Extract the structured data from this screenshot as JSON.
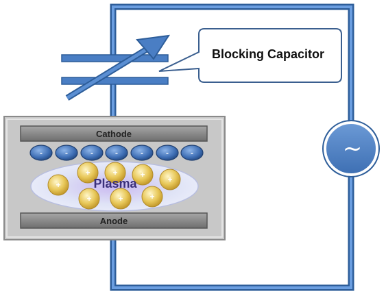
{
  "callout": {
    "text": "Blocking Capacitor"
  },
  "chamber": {
    "cathode_label": "Cathode",
    "anode_label": "Anode",
    "plasma_label": "Plasma"
  },
  "charges": {
    "electron_symbol": "-",
    "ion_symbol": "+"
  },
  "source": {
    "symbol": "~"
  },
  "colors": {
    "wire": "#4a7ec4",
    "wire_dark": "#2d5d99",
    "source_fill": "#4a7ec4",
    "chamber_fill": "#c8c8c8",
    "electrode_fill": "#8a8a8a",
    "electron_fill": "#3f6fb5",
    "ion_fill": "#e6c85a",
    "plasma_fill": "#d8ddf3"
  },
  "icons": {
    "capacitor": "variable-capacitor-icon",
    "source": "ac-source-icon"
  }
}
